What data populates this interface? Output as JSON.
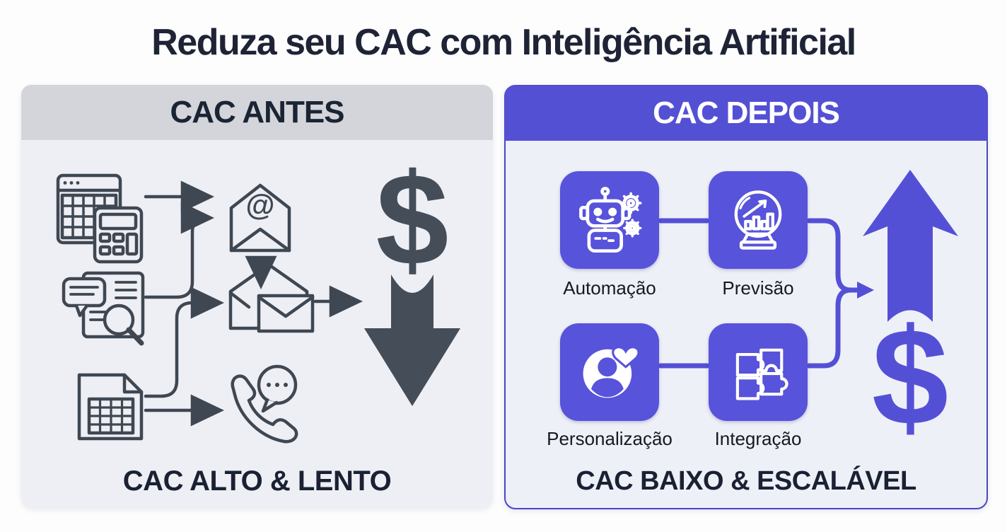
{
  "title": "Reduza seu CAC com Inteligência Artificial",
  "left_panel": {
    "header": "CAC ANTES",
    "caption": "CAC ALTO & LENTO",
    "at_symbol": "@",
    "dollar_symbol": "$",
    "flow_icons": [
      "spreadsheet-calculator-icon",
      "document-search-icon",
      "spreadsheet-file-icon",
      "email-at-icon",
      "envelopes-icon",
      "phone-chat-icon",
      "dollar-down-arrow-icon"
    ]
  },
  "right_panel": {
    "header": "CAC DEPOIS",
    "caption": "CAC BAIXO & ESCALÁVEL",
    "dollar_symbol": "$",
    "result_icon": "dollar-up-arrow-icon",
    "tiles": [
      {
        "label": "Automação",
        "icon": "robot-gears-icon"
      },
      {
        "label": "Previsão",
        "icon": "crystal-ball-chart-icon"
      },
      {
        "label": "Personalização",
        "icon": "person-heart-icon"
      },
      {
        "label": "Integração",
        "icon": "puzzle-pieces-icon"
      }
    ]
  },
  "colors": {
    "accent_purple": "#5450d4",
    "tile_purple": "#5753da",
    "slate_dark": "#454d59",
    "icon_stroke": "#3f4752",
    "navy_text": "#1b2434",
    "left_header_bg": "#d3d5da",
    "left_body_bg": "#edeff4",
    "right_body_bg": "#eef0f8"
  }
}
